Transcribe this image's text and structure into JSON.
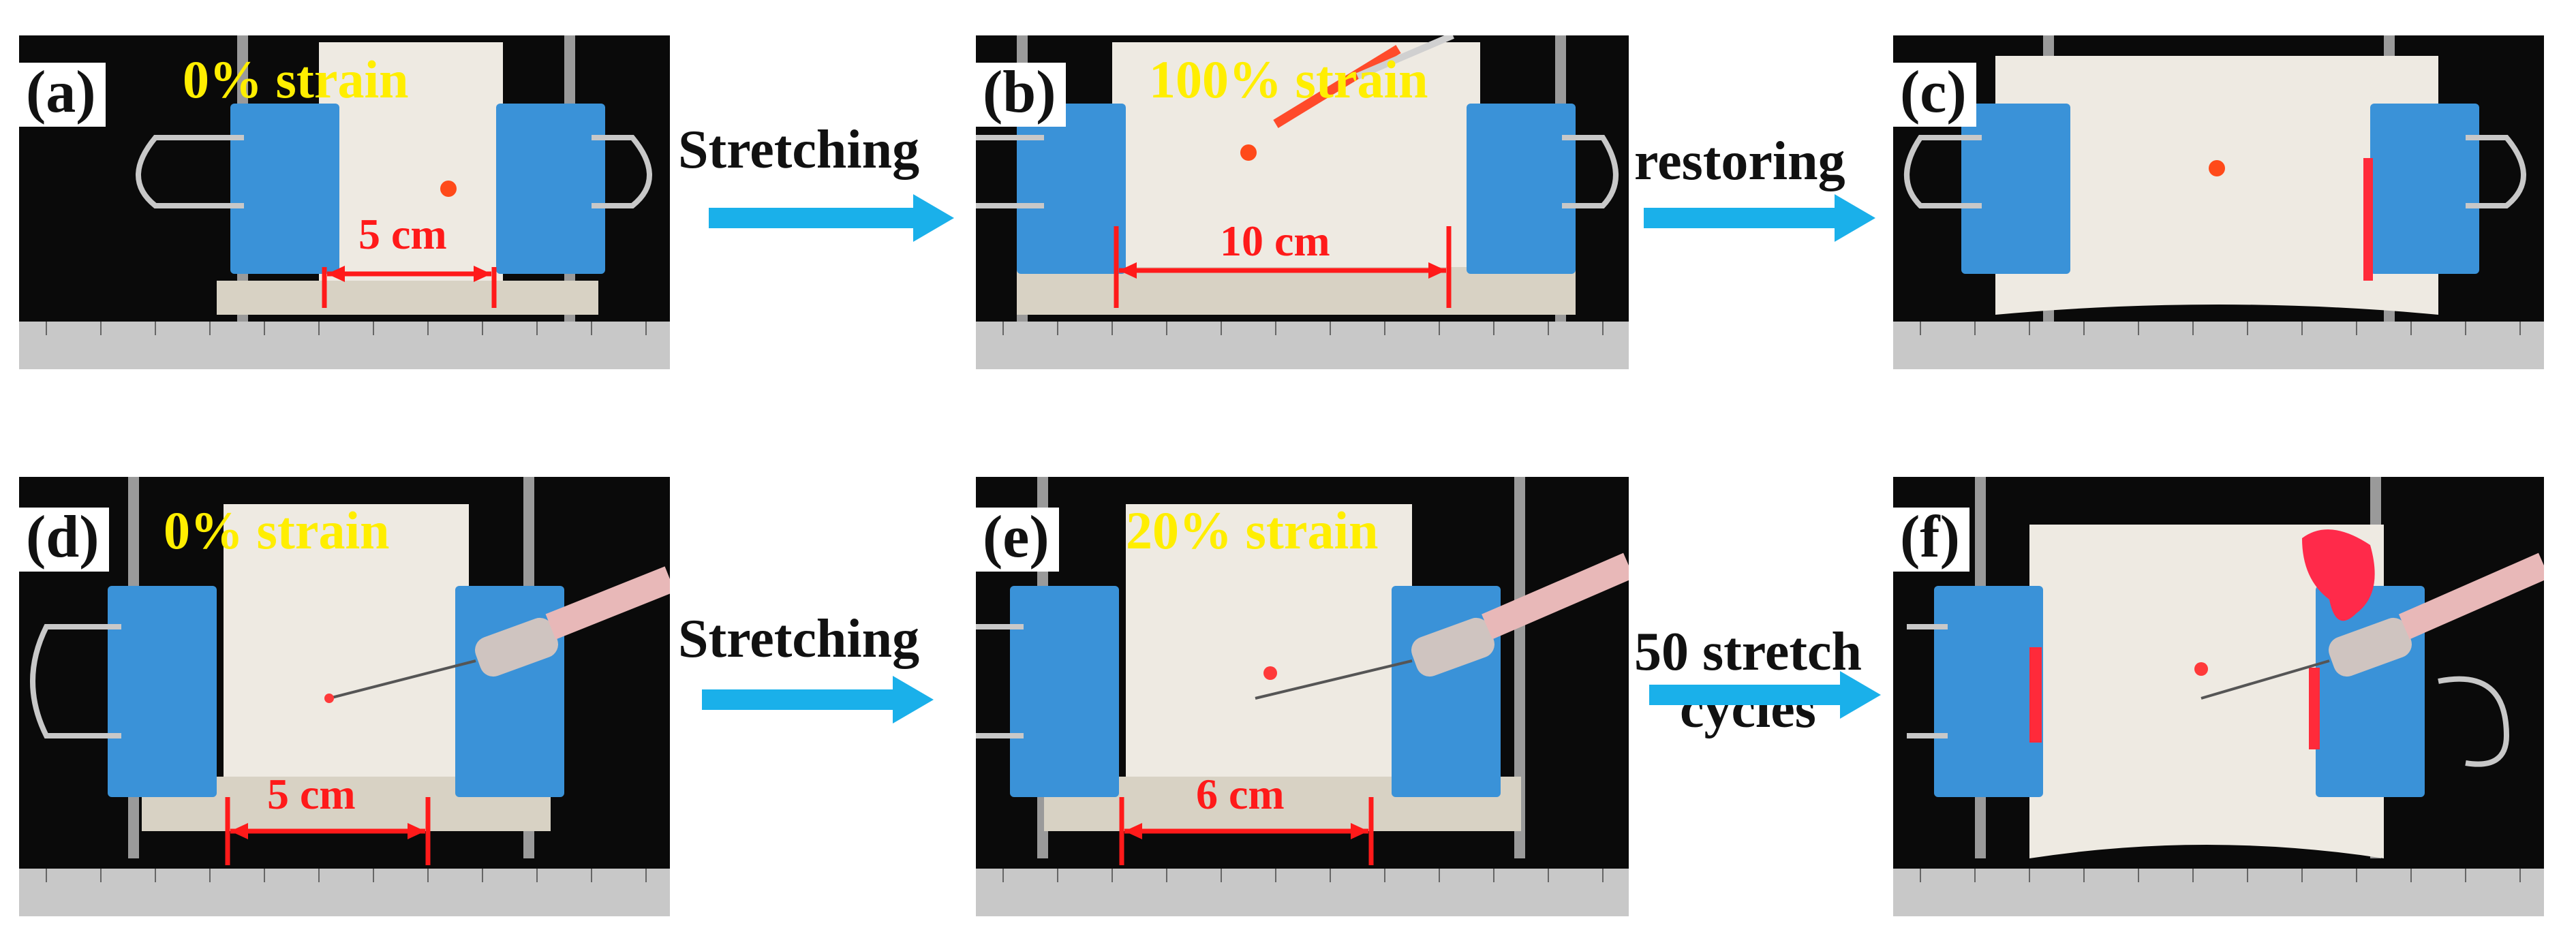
{
  "panels": [
    {
      "label": "(a)",
      "strain": "0% strain",
      "length": "5 cm"
    },
    {
      "label": "(b)",
      "strain": "100% strain",
      "length": "10 cm"
    },
    {
      "label": "(c)",
      "strain": "",
      "length": ""
    },
    {
      "label": "(d)",
      "strain": "0% strain",
      "length": "5 cm"
    },
    {
      "label": "(e)",
      "strain": "20% strain",
      "length": "6 cm"
    },
    {
      "label": "(f)",
      "strain": "",
      "length": ""
    }
  ],
  "steps": {
    "ab": "Stretching",
    "bc": "restoring",
    "de": "Stretching",
    "ef_line1": "50 stretch",
    "ef_line2": "cycles"
  },
  "colors": {
    "clip_blue": "#3a92d8",
    "arrow_cyan": "#1ab0ea",
    "strain_yellow": "#ffee00",
    "measure_red": "#ff1a1a",
    "background_black": "#0a0a0a"
  }
}
